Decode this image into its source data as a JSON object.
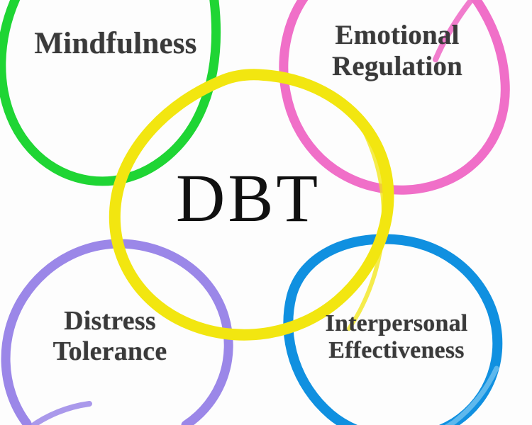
{
  "diagram": {
    "title": "DBT",
    "center_label": "DBT",
    "background_color": "#fdfdfd",
    "text_color": "#3a3a3a",
    "center_text_color": "#111111",
    "modules": [
      {
        "id": "mindfulness",
        "label": "Mindfulness",
        "lines": [
          "Mindfulness"
        ],
        "color": "#1fd534",
        "position": "top-left"
      },
      {
        "id": "emotional-regulation",
        "label": "Emotional Regulation",
        "lines": [
          "Emotional",
          "Regulation"
        ],
        "color": "#f06fc8",
        "position": "top-right"
      },
      {
        "id": "distress-tolerance",
        "label": "Distress Tolerance",
        "lines": [
          "Distress",
          "Tolerance"
        ],
        "color": "#9b87e8",
        "position": "bottom-left"
      },
      {
        "id": "interpersonal-effectiveness",
        "label": "Interpersonal Effectiveness",
        "lines": [
          "Interpersonal",
          "Effectiveness"
        ],
        "color": "#1090e0",
        "position": "bottom-right"
      }
    ],
    "center_ring": {
      "id": "dbt-center-ring",
      "color": "#f2e610",
      "label": "DBT"
    }
  },
  "chart_data": {
    "type": "diagram",
    "subtype": "venn-overlap",
    "title": "DBT",
    "center": "DBT",
    "categories": [
      "Mindfulness",
      "Emotional Regulation",
      "Distress Tolerance",
      "Interpersonal Effectiveness"
    ],
    "colors": [
      "#1fd534",
      "#f06fc8",
      "#9b87e8",
      "#1090e0",
      "#f2e610"
    ],
    "legend": "none",
    "grid": false
  }
}
